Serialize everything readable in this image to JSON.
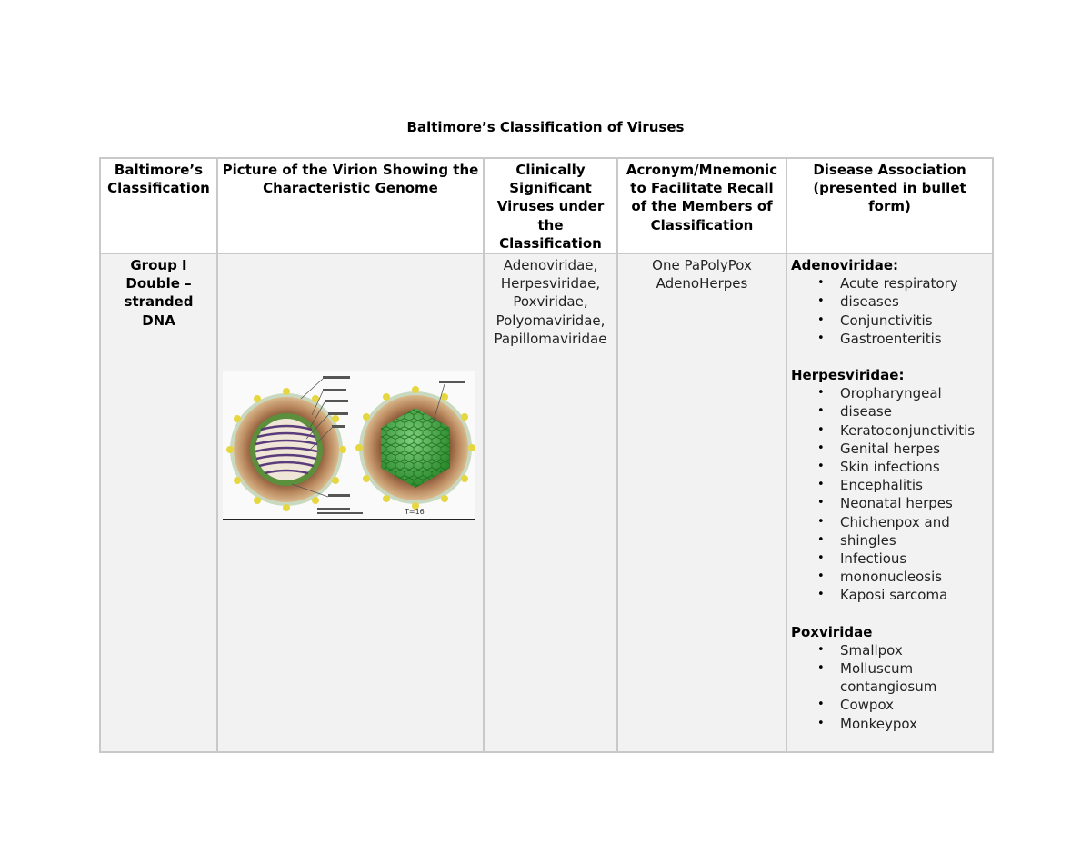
{
  "title": "Baltimore’s Classification of Viruses",
  "headers": [
    "Baltimore’s Classification",
    "Picture of the Virion Showing the Characteristic Genome",
    "Clinically Significant Viruses under the Classification",
    "Acronym/Mnemonic to Facilitate Recall of the Members of Classification",
    "Disease Association (presented in bullet form)"
  ],
  "row": {
    "group_lines": [
      "Group I",
      "Double –",
      "stranded",
      "DNA"
    ],
    "viruses": [
      "Adenoviridae,",
      "Herpesviridae,",
      "Poxviridae,",
      "Polyomaviridae,",
      "Papillomaviridae"
    ],
    "mnemonic": [
      "One PaPolyPox",
      "AdenoHerpes"
    ],
    "figure_label": "T=16",
    "diseases": [
      {
        "family": "Adenoviridae:",
        "items": [
          "Acute respiratory",
          "diseases",
          "Conjunctivitis",
          "Gastroenteritis"
        ]
      },
      {
        "family": "Herpesviridae:",
        "items": [
          "Oropharyngeal",
          "disease",
          "Keratoconjunctivitis",
          "Genital herpes",
          "Skin infections",
          "Encephalitis",
          "Neonatal herpes",
          "Chichenpox and",
          "shingles",
          "Infectious",
          "mononucleosis",
          "Kaposi sarcoma"
        ]
      },
      {
        "family": "Poxviridae",
        "items": [
          "Smallpox",
          "Molluscum\ncontangiosum",
          "Cowpox",
          "Monkeypox"
        ]
      }
    ]
  },
  "bullet_char": "•",
  "colors": {
    "border": "#c9c9c9",
    "cell_bg": "#f2f2f2",
    "capsid_green": "#3aa63a",
    "envelope_brown": "#9b6a4a",
    "glycoprotein_yellow": "#e0d040"
  }
}
